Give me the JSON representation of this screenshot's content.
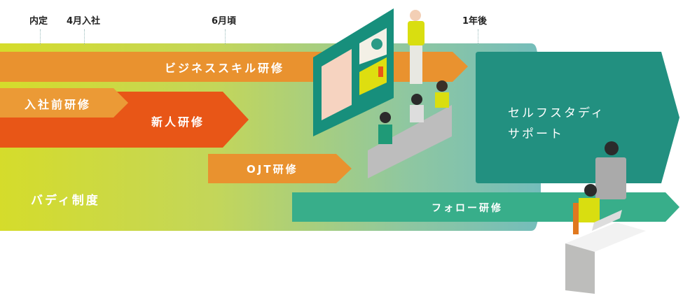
{
  "timeline": [
    "内定",
    "4月入社",
    "6月頃",
    "1年後"
  ],
  "programs": {
    "business_skill": "ビジネススキル研修",
    "pre_joining": "入社前研修",
    "new_employee": "新人研修",
    "ojt": "OJT研修",
    "buddy": "バディ制度",
    "follow_up": "フォロー研修",
    "self_study_line1": "セルフスタディ",
    "self_study_line2": "サポート"
  },
  "colors": {
    "orange": "#e9922f",
    "red_orange": "#e85617",
    "teal": "#229080",
    "green": "#38ae8a",
    "lime": "#d4dc2c"
  }
}
